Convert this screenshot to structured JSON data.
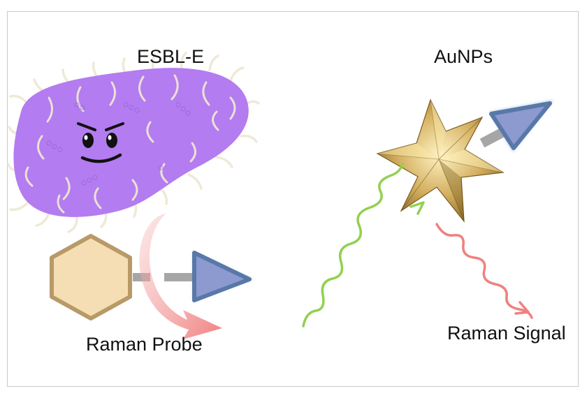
{
  "labels": {
    "bacterium": "ESBL-E",
    "nanoparticle": "AuNPs",
    "probe": "Raman Probe",
    "signal": "Raman Signal"
  },
  "colors": {
    "bacterium_body": "#b37cf0",
    "flagella": "#efe9d8",
    "probe_hexagon_fill": "#f5deb3",
    "probe_hexagon_border": "#b89a68",
    "linker": "#a6a6a6",
    "triangle_fill": "#8c9ad0",
    "triangle_border": "#5878a8",
    "star_gold": "#c9a24a",
    "incident_wave": "#92d050",
    "scattered_wave": "#f08080",
    "curved_arrow": "#f29a9a"
  }
}
